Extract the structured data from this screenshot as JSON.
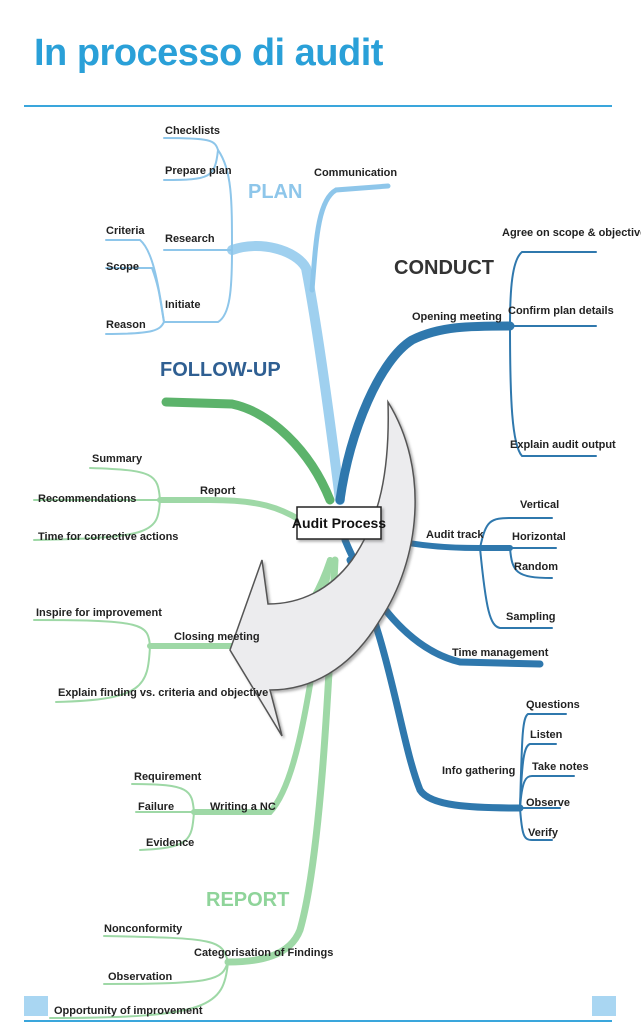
{
  "title": "In processo di audit",
  "center": "Audit Process",
  "branches": {
    "plan": {
      "heading": "PLAN",
      "color": "#8ec6ea",
      "topics": {
        "communication": "Communication",
        "checklists": "Checklists",
        "prepare_plan": "Prepare plan",
        "research": "Research",
        "initiate": "Initiate",
        "criteria": "Criteria",
        "scope": "Scope",
        "reason": "Reason"
      }
    },
    "conduct": {
      "heading": "CONDUCT",
      "color": "#2f78ad",
      "topics": {
        "opening_meeting": "Opening meeting",
        "agree_scope": "Agree on scope & objectives",
        "confirm_plan": "Confirm plan details",
        "explain_output": "Explain audit output",
        "audit_track": "Audit track",
        "vertical": "Vertical",
        "horizontal": "Horizontal",
        "random": "Random",
        "sampling": "Sampling",
        "time_management": "Time management",
        "info_gathering": "Info gathering",
        "questions": "Questions",
        "listen": "Listen",
        "take_notes": "Take notes",
        "observe": "Observe",
        "verify": "Verify"
      }
    },
    "followup": {
      "heading": "FOLLOW-UP",
      "color": "#5cb36b",
      "topics": {
        "report": "Report",
        "summary": "Summary",
        "recommendations": "Recommendations",
        "time_corrective": "Time for corrective actions",
        "closing_meeting": "Closing meeting",
        "inspire": "Inspire for improvement",
        "explain_finding": "Explain finding vs. criteria and objective"
      }
    },
    "report": {
      "heading": "REPORT",
      "color": "#9ed8a6",
      "topics": {
        "writing_nc": "Writing a NC",
        "requirement": "Requirement",
        "failure": "Failure",
        "evidence": "Evidence",
        "categorisation": "Categorisation of Findings",
        "nonconformity": "Nonconformity",
        "observation": "Observation",
        "opportunity": "Opportunity of improvement"
      }
    }
  }
}
